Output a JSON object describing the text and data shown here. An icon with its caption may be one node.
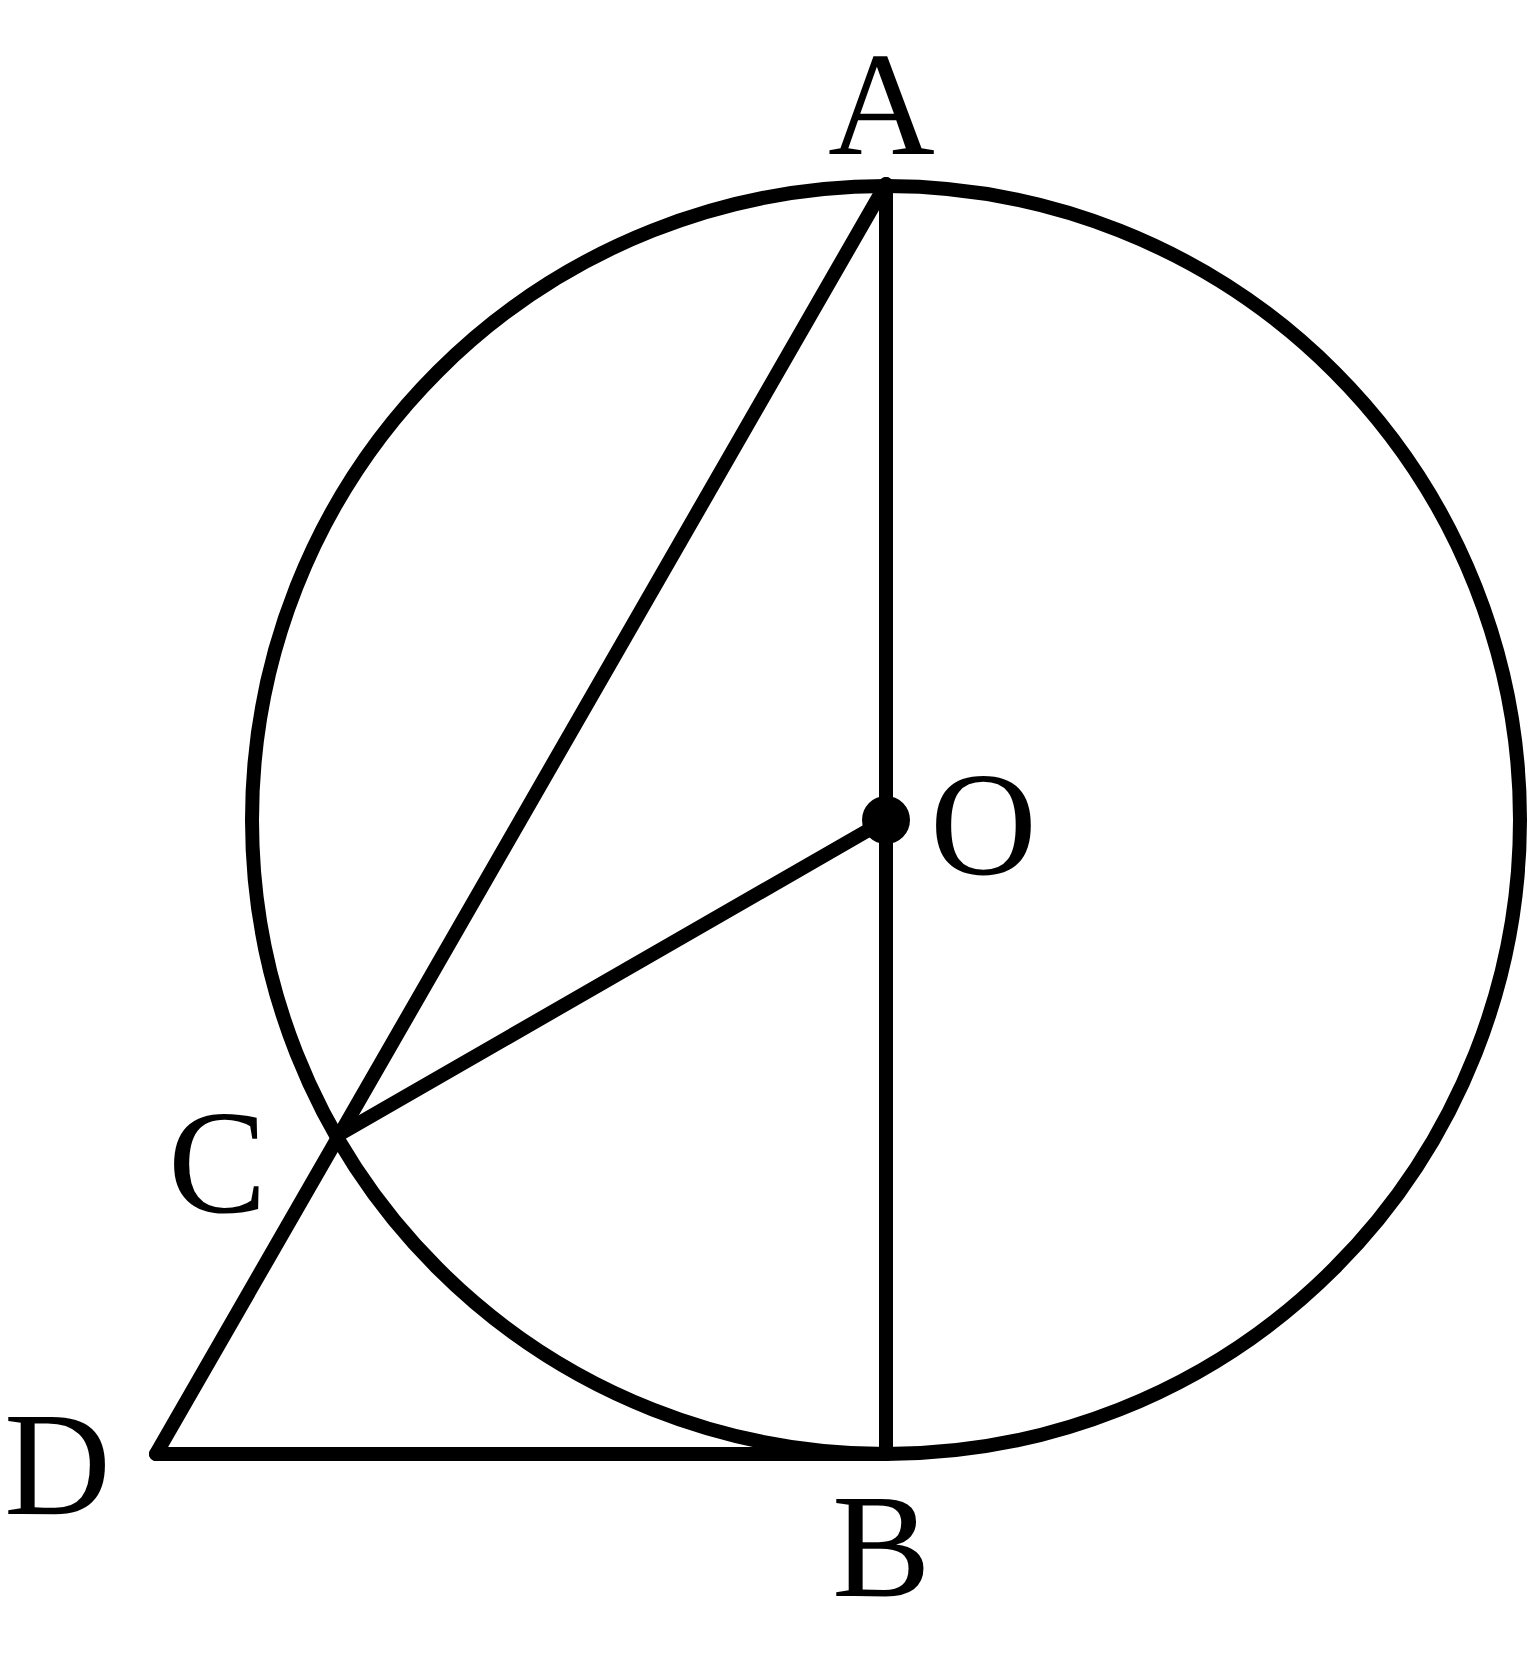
{
  "diagram": {
    "nodes": [
      {
        "text": [
          "A"
        ]
      },
      {
        "text": [
          "O"
        ]
      },
      {
        "text": [
          "C"
        ]
      },
      {
        "text": [
          "D"
        ]
      },
      {
        "text": [
          "B"
        ]
      }
    ],
    "edges": [
      {
        "from": 0,
        "to": 1,
        "arrow": "none"
      },
      {
        "from": 1,
        "to": 4,
        "arrow": "none"
      },
      {
        "from": 0,
        "to": 2,
        "arrow": "none"
      },
      {
        "from": 1,
        "to": 2,
        "arrow": "none"
      },
      {
        "from": 2,
        "to": 3,
        "arrow": "none"
      },
      {
        "from": 3,
        "to": 4,
        "arrow": "none"
      }
    ]
  }
}
